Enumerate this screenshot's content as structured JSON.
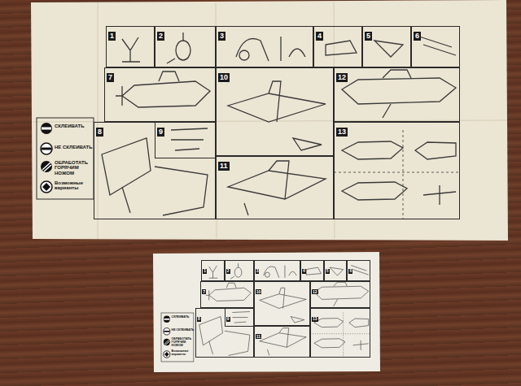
{
  "diagram": {
    "nodes": [
      {
        "text": [
          "1"
        ]
      },
      {
        "text": [
          "2"
        ]
      },
      {
        "text": [
          "3"
        ]
      },
      {
        "text": [
          "4"
        ]
      },
      {
        "text": [
          "5"
        ]
      },
      {
        "text": [
          "6"
        ]
      },
      {
        "text": [
          "7"
        ]
      },
      {
        "text": [
          "10"
        ]
      },
      {
        "text": [
          "12"
        ]
      },
      {
        "text": [
          "8"
        ]
      },
      {
        "text": [
          "9"
        ],
        "in": 9
      },
      {
        "text": [
          "11"
        ]
      },
      {
        "text": [
          "13"
        ]
      },
      {
        "text": [
          "1"
        ]
      },
      {
        "text": [
          "2"
        ]
      },
      {
        "text": [
          "3"
        ]
      },
      {
        "text": [
          "4"
        ]
      },
      {
        "text": [
          "5"
        ]
      },
      {
        "text": [
          "6"
        ]
      },
      {
        "text": [
          "7"
        ]
      },
      {
        "text": [
          "10"
        ]
      },
      {
        "text": [
          "12"
        ]
      },
      {
        "text": [
          "8"
        ]
      },
      {
        "text": [
          "9"
        ],
        "in": 22
      },
      {
        "text": [
          "11"
        ]
      },
      {
        "text": [
          "13"
        ]
      }
    ],
    "legend": [
      {
        "text": "СКЛЕИВАТЬ"
      },
      {
        "text": "НЕ СКЛЕИВАТЬ"
      },
      {
        "text": "ОБРАБОТАТЬ ГОРЯЧИМ НОЖОМ"
      },
      {
        "text": "Возможные варианты"
      },
      {
        "text": "СКЛЕИВАТЬ"
      },
      {
        "text": "НЕ СКЛЕИВАТЬ"
      },
      {
        "text": "ОБРАБОТАТЬ ГОРЯЧИМ НОЖОМ"
      },
      {
        "text": "Возможные варианты"
      }
    ]
  }
}
